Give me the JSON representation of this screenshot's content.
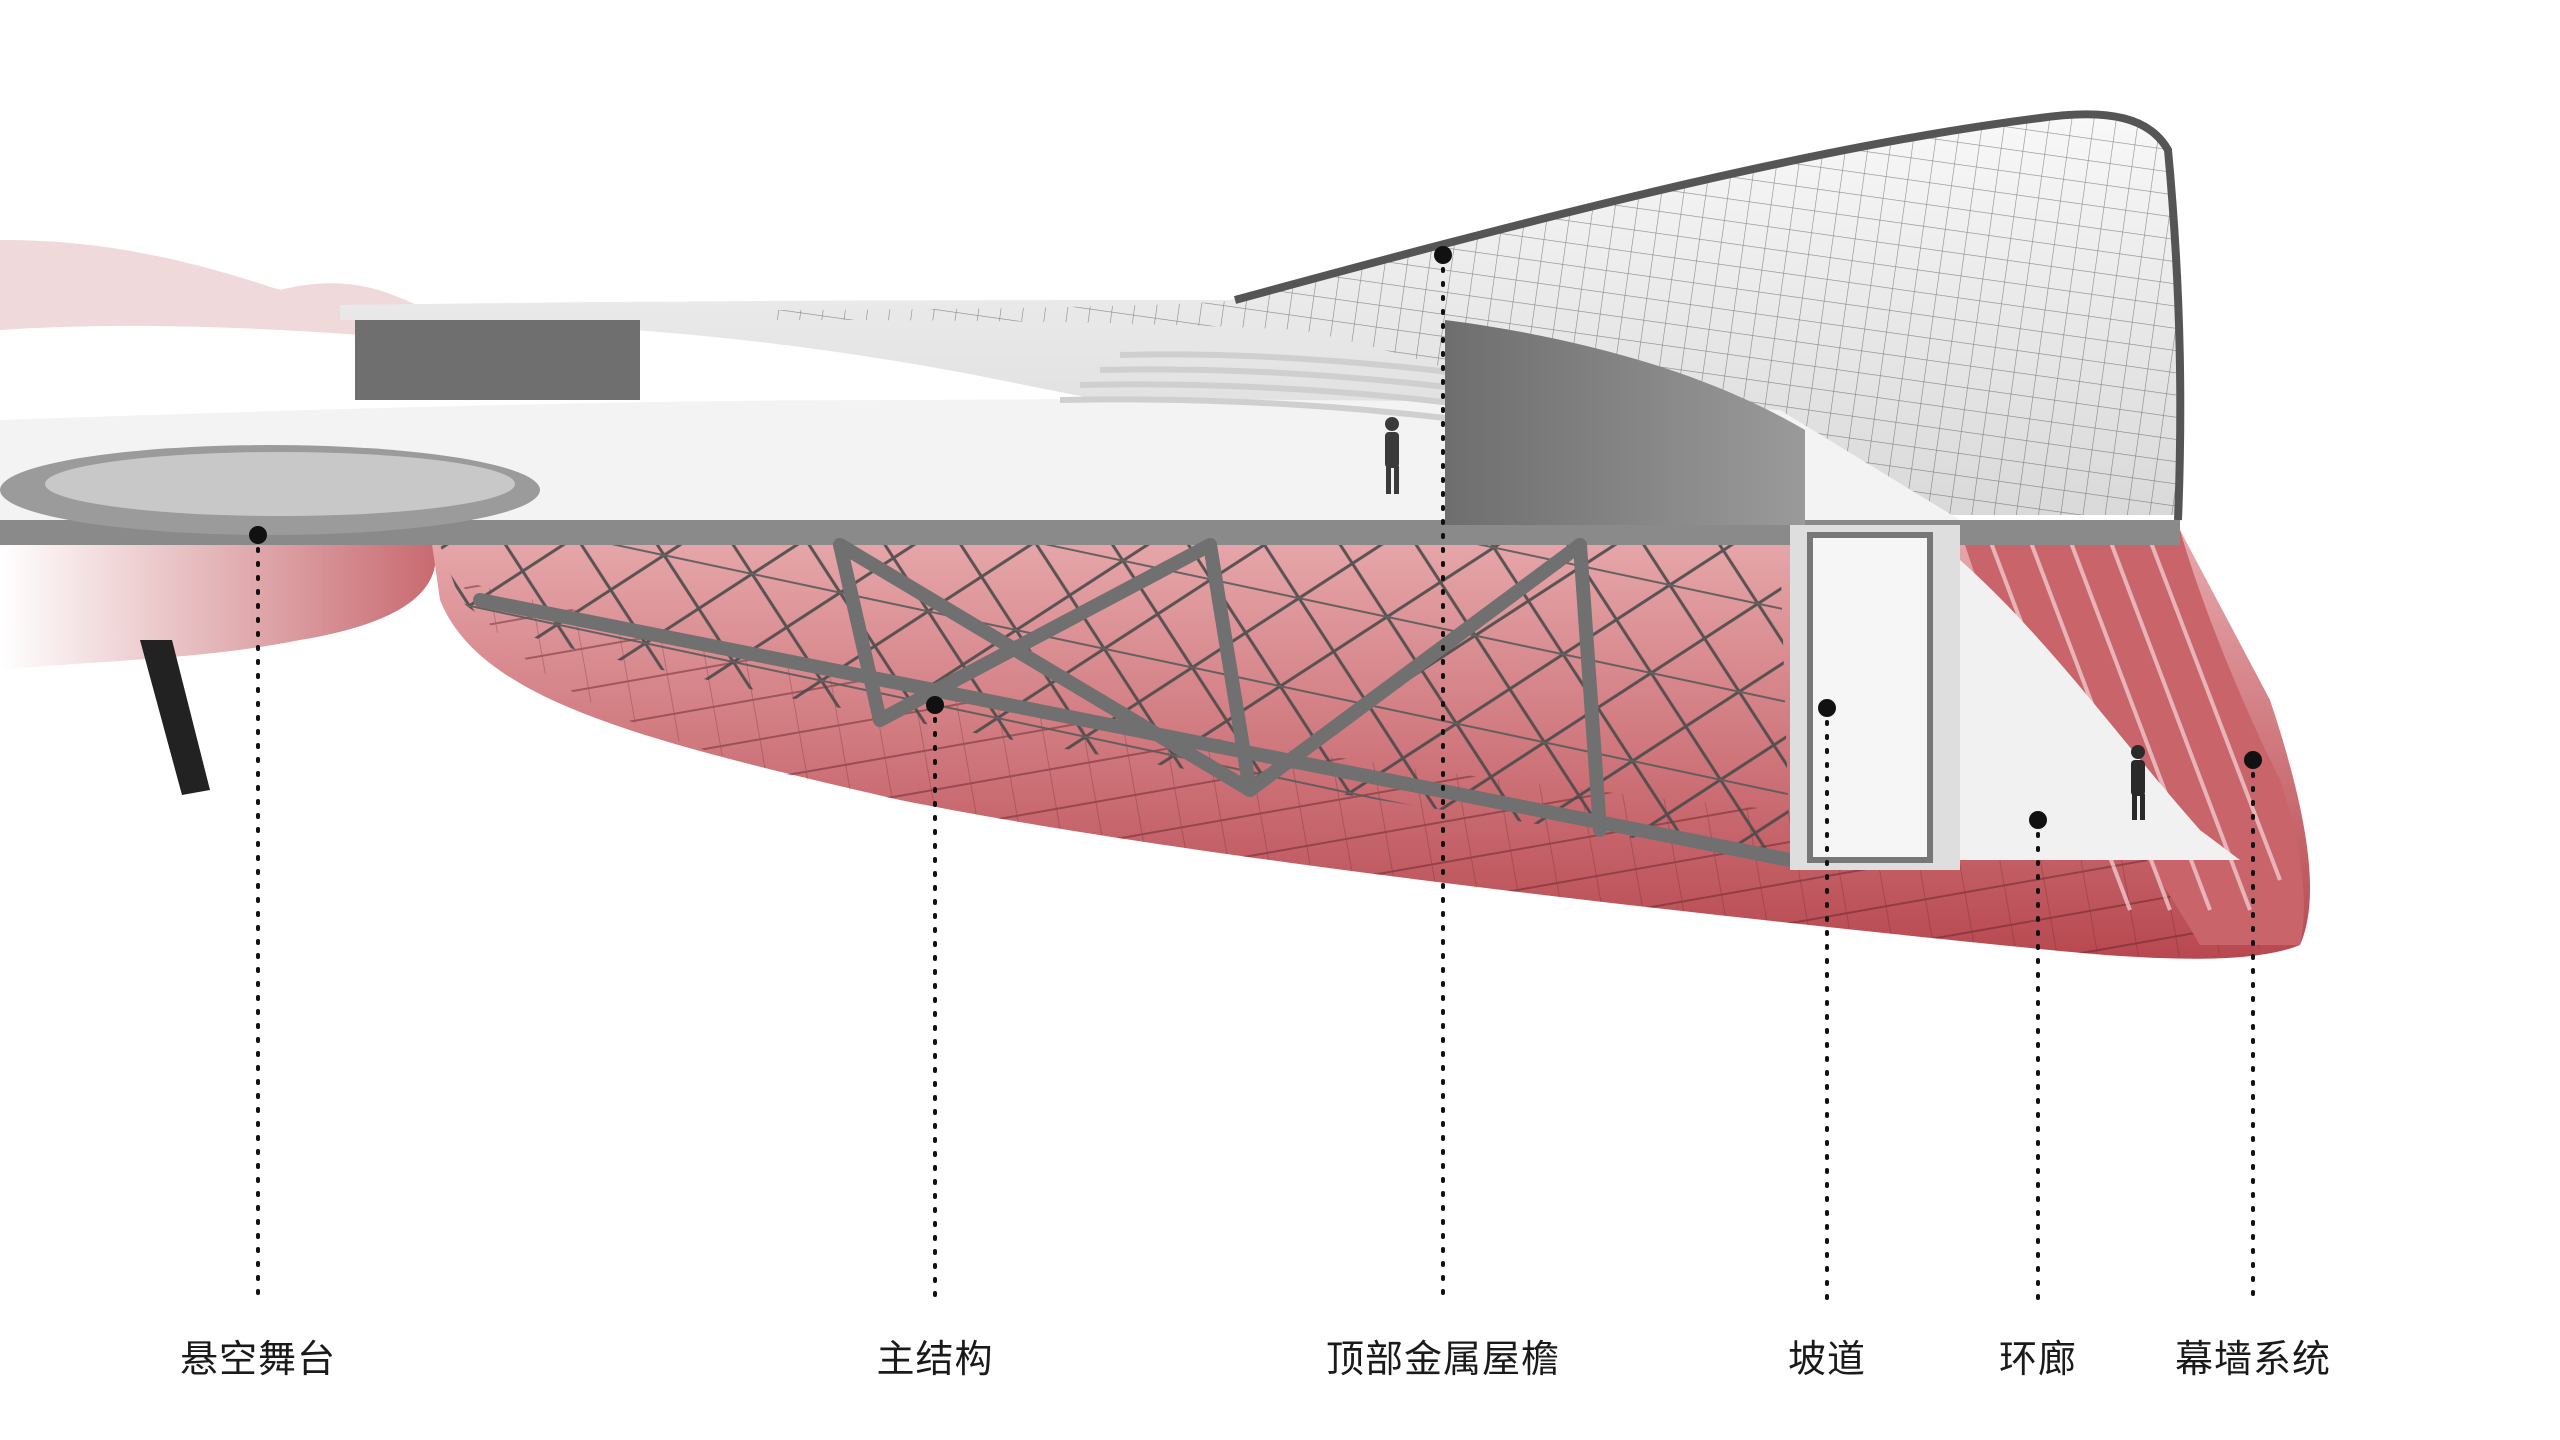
{
  "labels": [
    {
      "id": "suspended-stage",
      "text": "悬空舞台"
    },
    {
      "id": "main-structure",
      "text": "主结构"
    },
    {
      "id": "top-metal-eave",
      "text": "顶部金属屋檐"
    },
    {
      "id": "ramp",
      "text": "坡道"
    },
    {
      "id": "corridor",
      "text": "环廊"
    },
    {
      "id": "curtain-wall",
      "text": "幕墙系统"
    }
  ],
  "colors": {
    "shell_red": "#c0565b",
    "shell_light": "#e8b4b6",
    "steel_grey": "#7c7c7c",
    "deck_white": "#f2f2f2",
    "leader_dots": "#111111"
  }
}
